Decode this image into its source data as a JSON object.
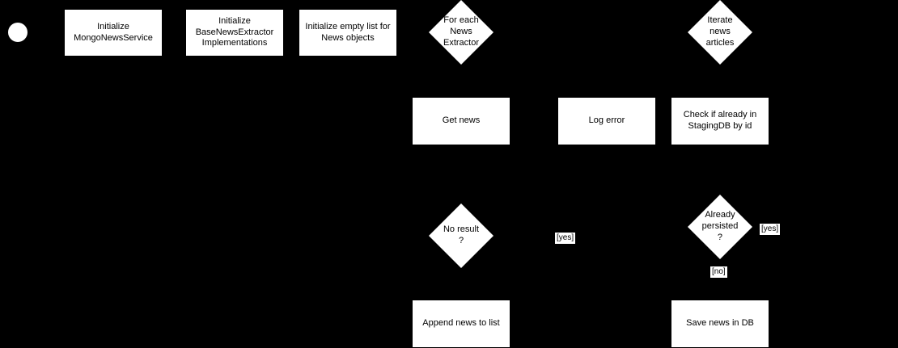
{
  "diagram": {
    "background_color": "#000000",
    "node_fill_color": "#ffffff",
    "node_text_color": "#000000",
    "nodes": {
      "start": {
        "type": "initial"
      },
      "init_mongo_service": {
        "type": "process",
        "label": "Initialize\nMongoNewsService"
      },
      "init_base_extractor": {
        "type": "process",
        "label": "Initialize\nBaseNewsExtractor\nImplementations"
      },
      "init_empty_list": {
        "type": "process",
        "label": "Initialize empty list for\nNews objects"
      },
      "for_each_extractor": {
        "type": "decision",
        "label": "For each\nNews\nExtractor"
      },
      "iterate_articles": {
        "type": "decision",
        "label": "Iterate\nnews\narticles"
      },
      "get_news": {
        "type": "process",
        "label": "Get news"
      },
      "log_error": {
        "type": "process",
        "label": "Log error"
      },
      "check_staging_db": {
        "type": "process",
        "label": "Check if already in\nStagingDB by id"
      },
      "no_result": {
        "type": "decision",
        "label": "No result\n?"
      },
      "already_persisted": {
        "type": "decision",
        "label": "Already\npersisted\n?"
      },
      "append_news": {
        "type": "process",
        "label": "Append news to list"
      },
      "save_news": {
        "type": "process",
        "label": "Save news in DB"
      }
    },
    "edge_labels": {
      "no_result_yes": "[yes]",
      "already_persisted_yes": "[yes]",
      "already_persisted_no": "[no]"
    }
  }
}
